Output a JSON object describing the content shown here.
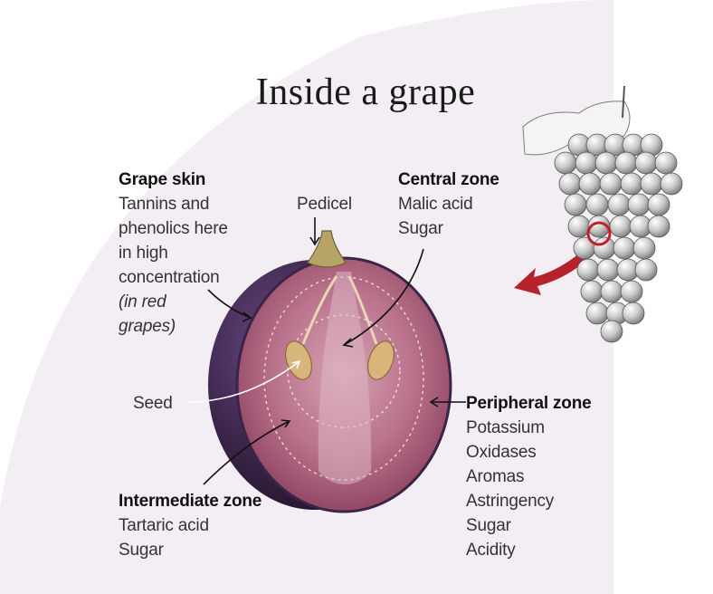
{
  "title": "Inside a grape",
  "colors": {
    "background_tint": "#f3eef3",
    "skin": "#3a2448",
    "flesh": "#b46d86",
    "flesh_inner": "#c98ea5",
    "seed": "#d8b57a",
    "pointer_arrow": "#b5222b",
    "highlight_ring": "#c0212a"
  },
  "labels": {
    "grape_skin": {
      "heading": "Grape skin",
      "lines": [
        "Tannins and",
        "phenolics here",
        "in high",
        "concentration"
      ],
      "note_lines": [
        "(in red",
        "grapes)"
      ]
    },
    "pedicel": {
      "heading": "Pedicel"
    },
    "central_zone": {
      "heading": "Central zone",
      "items": [
        "Malic acid",
        "Sugar"
      ]
    },
    "seed": {
      "heading": "Seed"
    },
    "peripheral_zone": {
      "heading": "Peripheral zone",
      "items": [
        "Potassium",
        "Oxidases",
        "Aromas",
        "Astringency",
        "Sugar",
        "Acidity"
      ]
    },
    "intermediate_zone": {
      "heading": "Intermediate zone",
      "items": [
        "Tartaric acid",
        "Sugar"
      ]
    }
  },
  "icons": [
    "grape-cross-section-illustration",
    "grape-bunch-illustration",
    "red-pointer-arrow-icon",
    "highlight-ring-icon"
  ]
}
